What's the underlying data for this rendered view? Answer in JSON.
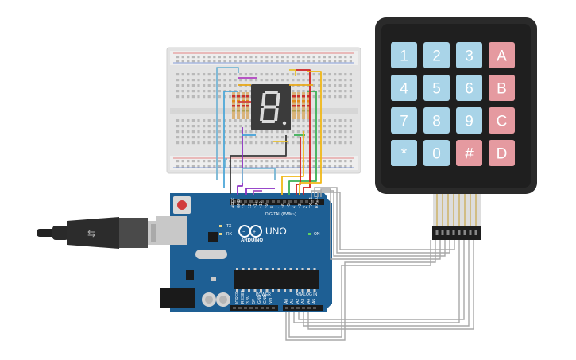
{
  "keypad": {
    "keys": [
      {
        "label": "1",
        "kind": "digit"
      },
      {
        "label": "2",
        "kind": "digit"
      },
      {
        "label": "3",
        "kind": "digit"
      },
      {
        "label": "A",
        "kind": "letter"
      },
      {
        "label": "4",
        "kind": "digit"
      },
      {
        "label": "5",
        "kind": "digit"
      },
      {
        "label": "6",
        "kind": "digit"
      },
      {
        "label": "B",
        "kind": "letter"
      },
      {
        "label": "7",
        "kind": "digit"
      },
      {
        "label": "8",
        "kind": "digit"
      },
      {
        "label": "9",
        "kind": "digit"
      },
      {
        "label": "C",
        "kind": "letter"
      },
      {
        "label": "*",
        "kind": "digit"
      },
      {
        "label": "0",
        "kind": "digit"
      },
      {
        "label": "#",
        "kind": "letter"
      },
      {
        "label": "D",
        "kind": "letter"
      }
    ]
  },
  "display": {
    "digit": "8"
  },
  "arduino": {
    "brand": "ARDUINO",
    "model": "UNO",
    "digital_label": "DIGITAL (PWM~)",
    "power_label": "POWER",
    "analog_label": "ANALOG IN",
    "tx_label": "TX",
    "rx_label": "RX",
    "on_label": "ON",
    "l_label": "L",
    "analog_pins": [
      "A0",
      "A1",
      "A2",
      "A3",
      "A4",
      "A5"
    ],
    "power_pins": [
      "IOREF",
      "RESET",
      "3.3V",
      "5V",
      "GND",
      "GND",
      "Vin"
    ],
    "digital_pins": [
      "AREF",
      "GND",
      "13",
      "12",
      "~11",
      "~10",
      "~9",
      "8",
      "7",
      "~6",
      "~5",
      "4",
      "~3",
      "2",
      "TX→1",
      "RX←0"
    ]
  },
  "colors": {
    "keypad_body": "#2a2a2a",
    "key_blue": "#a9d4e8",
    "key_red": "#e59aa0",
    "board": "#1e5f94",
    "breadboard": "#e4e4e4",
    "seg_on": "#dadada",
    "seg_body": "#3b3b3b"
  }
}
